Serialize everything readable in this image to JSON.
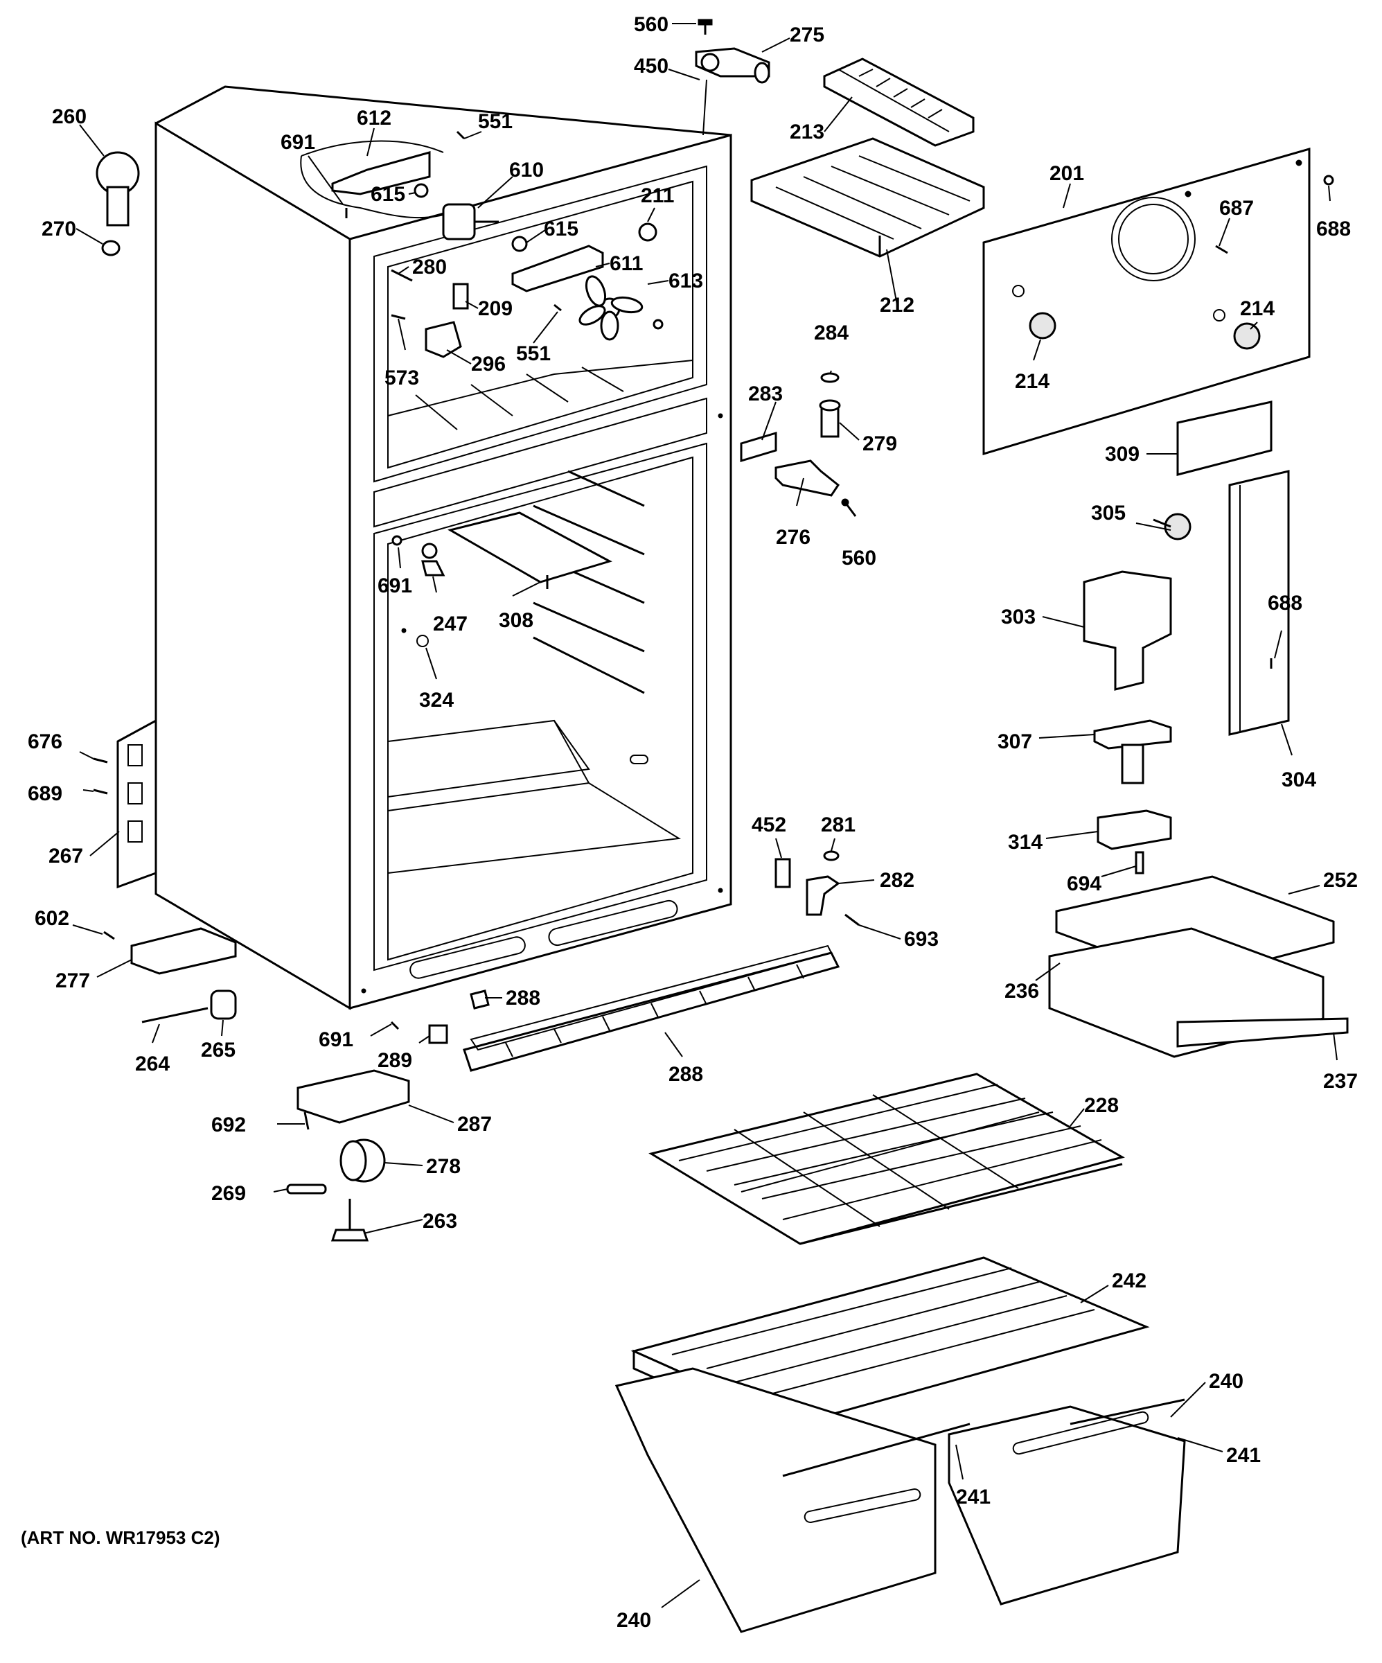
{
  "diagram": {
    "caption": "(ART NO. WR17953 C2)",
    "labels": [
      "560",
      "275",
      "450",
      "213",
      "260",
      "612",
      "551",
      "691",
      "610",
      "615",
      "211",
      "615",
      "611",
      "270",
      "280",
      "209",
      "613",
      "212",
      "201",
      "687",
      "688",
      "214",
      "214",
      "573",
      "296",
      "551",
      "284",
      "283",
      "279",
      "309",
      "276",
      "560",
      "305",
      "691",
      "247",
      "308",
      "303",
      "688",
      "324",
      "676",
      "689",
      "307",
      "304",
      "267",
      "452",
      "281",
      "282",
      "314",
      "694",
      "252",
      "602",
      "693",
      "288",
      "277",
      "236",
      "691",
      "237",
      "289",
      "264",
      "265",
      "288",
      "228",
      "287",
      "692",
      "278",
      "269",
      "263",
      "242",
      "240",
      "241",
      "241",
      "240"
    ]
  }
}
